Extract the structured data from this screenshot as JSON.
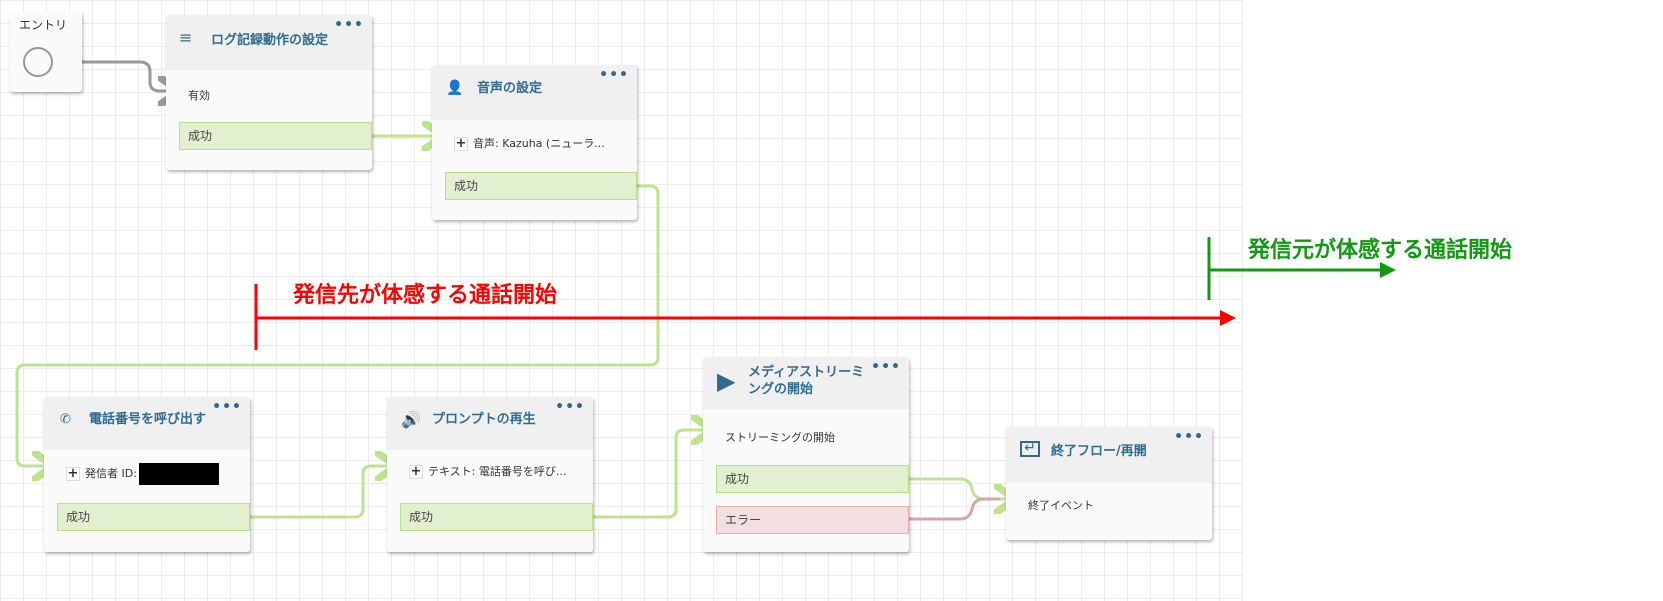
{
  "entry": {
    "label": "エントリ"
  },
  "blocks": {
    "log": {
      "title": "ログ記録動作の設定",
      "content": "有効",
      "success": "成功"
    },
    "voice": {
      "title": "音声の設定",
      "content": "音声: Kazuha (ニューラ...",
      "success": "成功"
    },
    "call": {
      "title": "電話番号を呼び出す",
      "content": "発信者 ID:",
      "success": "成功"
    },
    "prompt": {
      "title": "プロンプトの再生",
      "content": "テキスト: 電話番号を呼び...",
      "success": "成功"
    },
    "media": {
      "title": "メディアストリーミングの開始",
      "content": "ストリーミングの開始",
      "success": "成功",
      "error": "エラー"
    },
    "end": {
      "title": "終了フロー/再開",
      "content": "終了イベント"
    }
  },
  "more_label": "•••",
  "annotations": {
    "callee": {
      "text": "発信先が体感する通話開始",
      "color": "#ff0000"
    },
    "caller": {
      "text": "発信元が体感する通話開始",
      "color": "#119911"
    }
  }
}
